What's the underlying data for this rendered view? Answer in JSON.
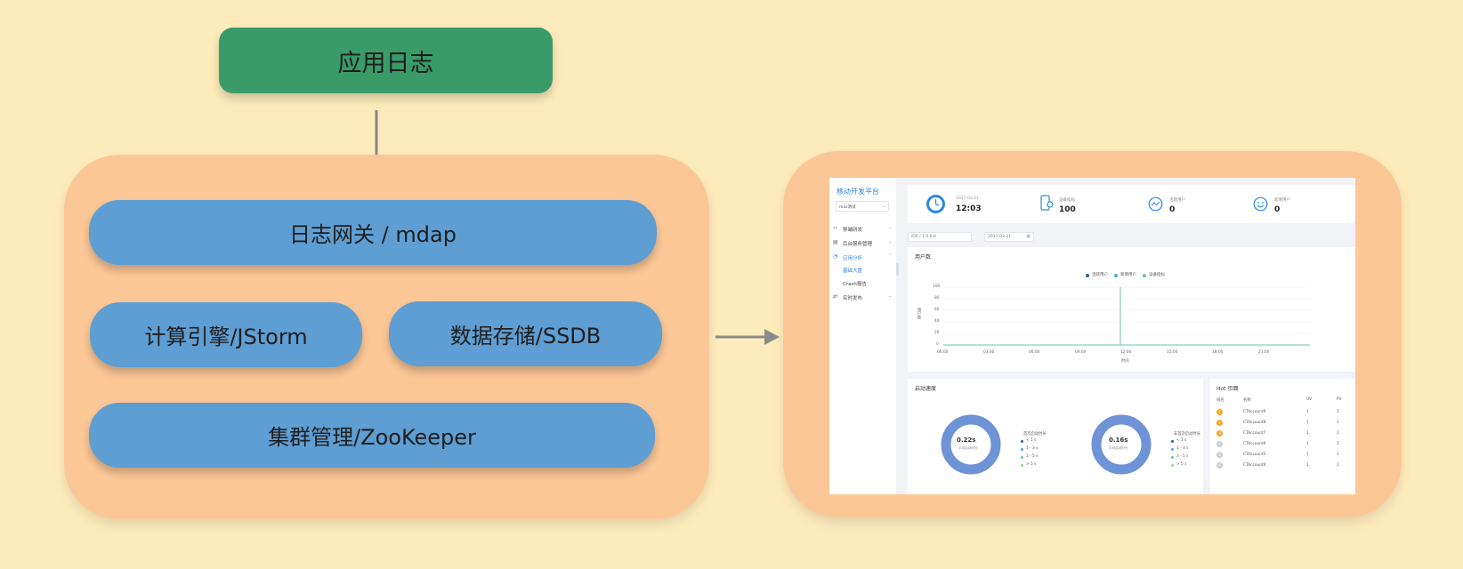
{
  "diagram": {
    "top_box": "应用日志",
    "gateway": "日志网关 / mdap",
    "compute": "计算引擎/JStorm",
    "storage": "数据存储/SSDB",
    "cluster": "集群管理/ZooKeeper"
  },
  "colors": {
    "background": "#fdebbb",
    "top_box": "#3a9b6a",
    "panel": "#fcc797",
    "pill": "#5e9ed3",
    "arrow": "#8a8a8a",
    "dashboard_accent": "#2f86e3",
    "chart_line": "#6bc3b0",
    "donut": "#6e93d6"
  },
  "dashboard": {
    "sidebar": {
      "title": "移动开发平台",
      "app_select": "mas测试",
      "nav": [
        {
          "label": "移端研发",
          "icon": "code-icon"
        },
        {
          "label": "后台服务管理",
          "icon": "server-icon"
        },
        {
          "label": "应用分析",
          "icon": "pie-icon"
        },
        {
          "label": "基础大盘",
          "icon": ""
        },
        {
          "label": "Crash报告",
          "icon": ""
        },
        {
          "label": "实时发布",
          "icon": "share-icon"
        }
      ]
    },
    "stats": [
      {
        "date": "2017-03-21",
        "value": "12:03",
        "icon": "clock-icon"
      },
      {
        "label": "设备指标",
        "value": "100",
        "icon": "device-gear-icon"
      },
      {
        "label": "活跃用户",
        "value": "0",
        "icon": "trend-icon"
      },
      {
        "label": "新增用户",
        "value": "0",
        "icon": "smile-icon"
      }
    ],
    "filters": {
      "version": "iOS / 1.0.0.0",
      "date": "2017-03-21"
    },
    "user_chart": {
      "title": "用户数",
      "legend": [
        "活跃用户",
        "新增用户",
        "设备指标"
      ],
      "y_ticks": [
        "100",
        "80",
        "60",
        "40",
        "20",
        "0"
      ],
      "x_ticks": [
        "00:00",
        "03:00",
        "06:00",
        "09:00",
        "12:00",
        "15:00",
        "18:00",
        "21:00"
      ],
      "ylabel": "用户数",
      "xlabel": "时间"
    },
    "startup": {
      "title": "启动速度",
      "donuts": [
        {
          "value": "0.22s",
          "label": "平均启动时长",
          "legend_title": "首次启动时长"
        },
        {
          "value": "0.16s",
          "label": "平均启动时长",
          "legend_title": "非首次启动时长"
        }
      ],
      "buckets": [
        "< 1 s",
        "1 - 3 s",
        "3 - 5 s",
        "> 5 s"
      ]
    },
    "hot_pages": {
      "title": "Hot 页面",
      "headers": [
        "排名",
        "名称",
        "UV",
        "PV"
      ],
      "rows": [
        {
          "rank": "1",
          "name": "CTAccount9",
          "uv": "1",
          "pv": "1"
        },
        {
          "rank": "2",
          "name": "CTAccount8",
          "uv": "1",
          "pv": "1"
        },
        {
          "rank": "3",
          "name": "CTAccount7",
          "uv": "1",
          "pv": "1"
        },
        {
          "rank": "4",
          "name": "CTAccount6",
          "uv": "1",
          "pv": "1"
        },
        {
          "rank": "5",
          "name": "CTAccount5",
          "uv": "1",
          "pv": "1"
        },
        {
          "rank": "6",
          "name": "CTAccount4",
          "uv": "1",
          "pv": "1"
        }
      ]
    }
  }
}
